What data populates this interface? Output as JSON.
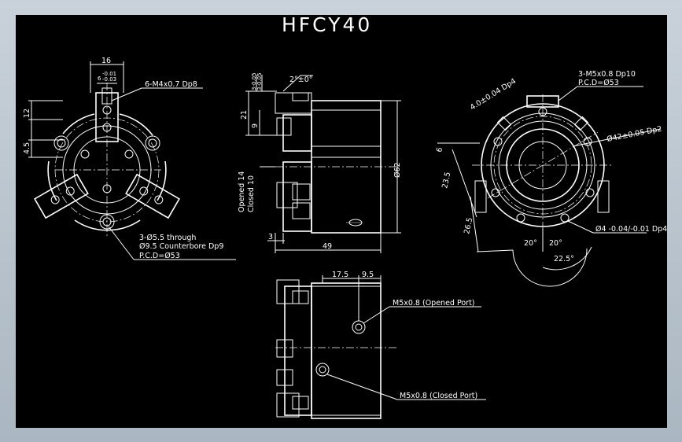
{
  "title": "HFCY40",
  "front_view": {
    "dim_width": "16",
    "dim_slot_tol": "6-0.01/-0.03",
    "dim_slot_tol_top": "6",
    "dim_slot_tol_sup": "-0.01",
    "dim_slot_tol_sub": "-0.03",
    "dim_12": "12",
    "dim_4_5": "4.5",
    "tap_note": "6-M4x0.7 Dp8",
    "hole_note_1": "3-Ø5.5 through",
    "hole_note_2": "Ø9.5 Counterbore Dp9",
    "hole_note_3": "P.C.D=Ø53"
  },
  "side_view": {
    "dim_top_tol_a": "3-0.05",
    "dim_top_tol_b": "3-0.05",
    "dim_angle": "2°±0°",
    "dim_21": "21",
    "dim_9": "9",
    "dim_opened": "Opened 14",
    "dim_closed": "Closed 10",
    "dim_62": "Ø62",
    "dim_3": "3",
    "dim_49": "49"
  },
  "rear_view": {
    "note_m5_1": "3-M5x0.8 Dp10",
    "note_m5_2": "P.C.D=Ø53",
    "dim_4_dp4": "4.0±0.04 Dp4",
    "dim_42": "Ø42±0.05 Dp2",
    "dim_6": "6",
    "dim_23_5": "23.5",
    "dim_26_5": "26.5",
    "dim_angle_20a": "20°",
    "dim_angle_20b": "20°",
    "dim_angle_22_5": "22.5°",
    "dim_pin": "Ø4 -0.04/-0.01 Dp4"
  },
  "bottom_view": {
    "dim_17_5": "17.5",
    "dim_9_5": "9.5",
    "port_open": "M5x0.8 (Opened Port)",
    "port_closed": "M5x0.8 (Closed Port)"
  }
}
